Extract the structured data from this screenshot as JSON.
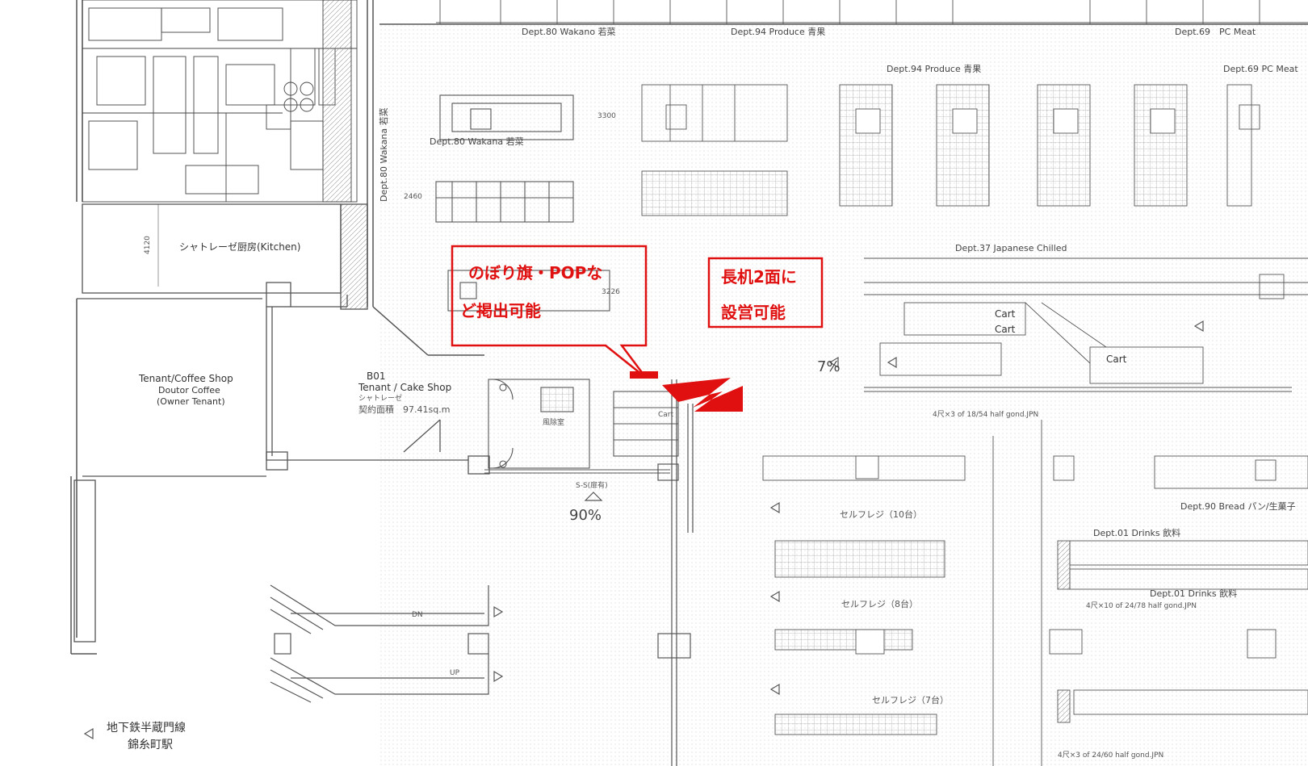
{
  "labels": {
    "kitchen": "シャトレーゼ厨房(Kitchen)",
    "tenant_coffee_1": "Tenant/Coffee Shop",
    "tenant_coffee_2": "Doutor Coffee",
    "tenant_coffee_3": "(Owner Tenant)",
    "b01": "B01",
    "tenant_cake": "Tenant / Cake Shop",
    "cake_name": "シャトレーゼ",
    "cake_area": "契約面積　97.41sq.m",
    "prep_room": "風除室",
    "dept80_top": "Dept.80 Wakano 若菜",
    "dept94_top": "Dept.94 Produce 青果",
    "dept69_top": "Dept.69　PC Meat",
    "dept94_2": "Dept.94 Produce 青果",
    "dept69_2": "Dept.69 PC Meat",
    "dept80_mid": "Dept.80 Wakana 若菜",
    "dept80_vert": "Dept.80 Wakana 若菜",
    "dept_japanese": "Dept.37 Japanese Chilled",
    "dept_bread": "Dept.90 Bread パン/生菓子",
    "dept_drinks_1": "Dept.01 Drinks 飲料",
    "dept_drinks_2": "Dept.01 Drinks 飲料",
    "self_reg_10": "セルフレジ（10台）",
    "self_reg_8": "セルフレジ（8台）",
    "self_reg_7": "セルフレジ（7台）",
    "cart": "Cart",
    "ss_door": "S-S(扉有)",
    "pct_90": "90%",
    "pct_7": "7%",
    "dn": "DN",
    "up": "UP",
    "station_1": "地下鉄半蔵門線",
    "station_2": "錦糸町駅",
    "half_gond_1": "4尺×3 of 18/54 half gond.JPN",
    "half_gond_2": "4尺×10 of 24/78 half gond.JPN",
    "half_gond_3": "4尺×3 of 24/60 half gond.JPN",
    "dim_4120": "4120",
    "dim_3226": "3226",
    "dim_3300": "3300",
    "dim_2460": "2460"
  },
  "callouts": {
    "nobori_line1": "のぼり旗・POPな",
    "nobori_line2": "ど掲出可能",
    "desk_line1": "長机2面に",
    "desk_line2": "設営可能"
  },
  "colors": {
    "line": "#5a5a5a",
    "red": "#e01010"
  }
}
